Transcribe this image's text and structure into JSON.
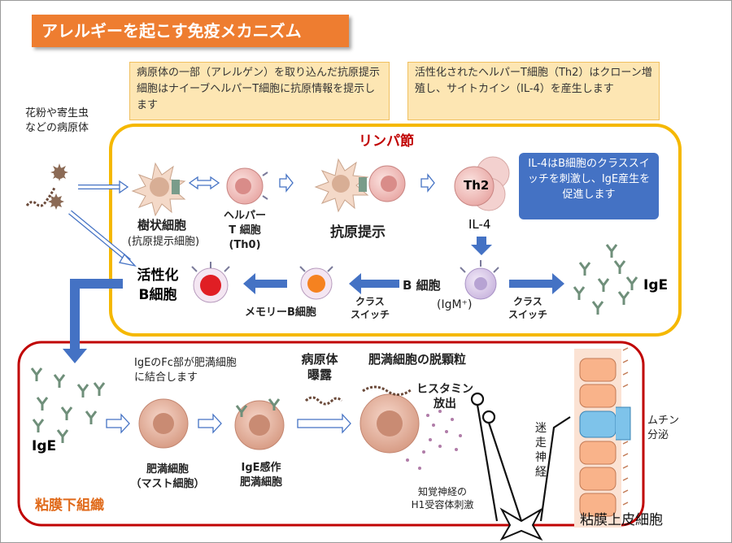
{
  "title": "アレルギーを起こす免疫メカニズム",
  "notes": {
    "antigen_presentation": "病原体の一部（アレルゲン）を取り込んだ抗原提示細胞はナイーブヘルパーT細胞に抗原情報を提示します",
    "th2_activation": "活性化されたヘルパーT細胞（Th2）はクローン増殖し、サイトカイン（IL-4）を産生します",
    "il4_class_switch": "IL-4はB細胞のクラススイッチを刺激し、IgE産生を促進します"
  },
  "pathogen_label": [
    "花粉や寄生虫",
    "などの病原体"
  ],
  "lymph_node": {
    "title": "リンパ節",
    "dendritic_cell": "樹状細胞",
    "dendritic_cell_sub": "(抗原提示細胞)",
    "helper_t": [
      "ヘルパー",
      "T 細胞",
      "(Th0)"
    ],
    "antigen_presentation": "抗原提示",
    "th2": "Th2",
    "il4": "IL-4",
    "b_cell": "B 細胞",
    "b_cell_sub": "(IgM⁺)",
    "class_switch_left": [
      "クラス",
      "スイッチ"
    ],
    "class_switch_right": [
      "クラス",
      "スイッチ"
    ],
    "memory_b": "メモリーB細胞",
    "activated_b": [
      "活性化",
      "B細胞"
    ],
    "ige": "IgE"
  },
  "submucosa": {
    "title": "粘膜下組織",
    "ige": "IgE",
    "fc_binding_note": [
      "IgEのFc部が肥満細胞",
      "に結合します"
    ],
    "mast_cell": [
      "肥満細胞",
      "（マスト細胞）"
    ],
    "sensitized_mast_cell": [
      "IgE感作",
      "肥満細胞"
    ],
    "pathogen_exposure": [
      "病原体",
      "曝露"
    ],
    "degranulation": "肥満細胞の脱顆粒",
    "histamine": [
      "ヒスタミン",
      "放出"
    ],
    "sensory_nerve": [
      "知覚神経の",
      "H1受容体刺激"
    ],
    "vagus_nerve": [
      "迷",
      "走",
      "神",
      "経"
    ],
    "mucin": [
      "ムチン",
      "分泌"
    ],
    "epithelium": "粘膜上皮細胞"
  },
  "colors": {
    "banner": "#ee7d30",
    "lymph_border": "#f5b800",
    "submucosa_border": "#c00000",
    "arrow_blue": "#4472c4",
    "note_fill": "#fde6b3"
  }
}
